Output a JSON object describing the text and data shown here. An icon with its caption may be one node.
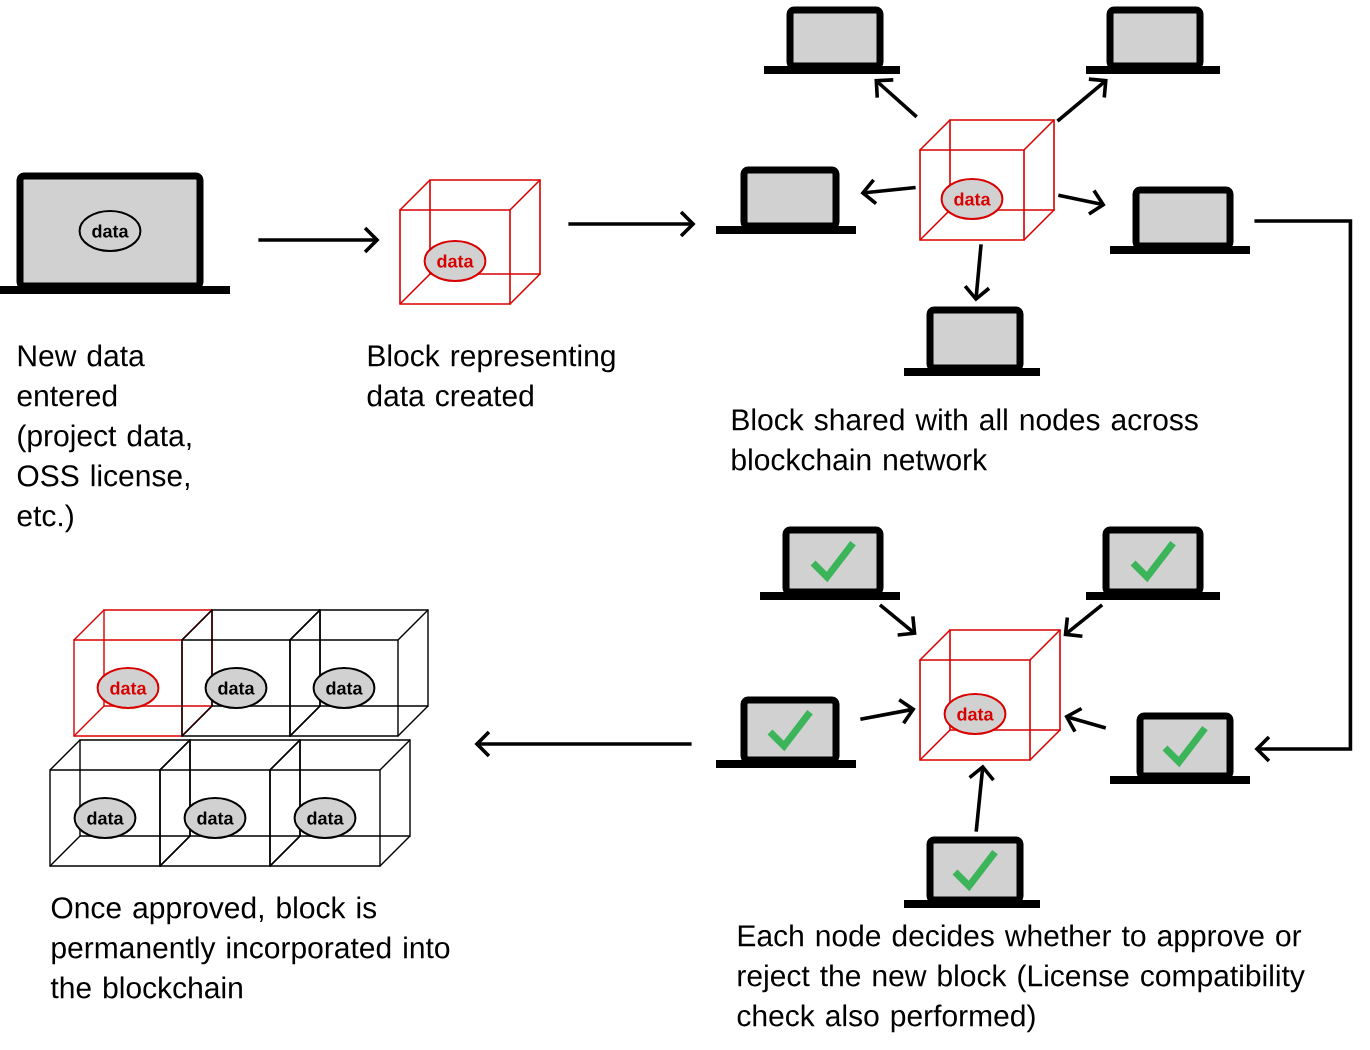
{
  "diagram": {
    "nodes": [
      {
        "text": [
          "data"
        ],
        "beside": [
          "New data entered (project data, OSS license, etc.)"
        ]
      },
      {
        "text": [
          "data"
        ],
        "beside": [
          "Block representing data created"
        ]
      },
      {
        "text": [
          "data"
        ]
      },
      {
        "text": [],
        "shape": "laptop"
      },
      {
        "text": [],
        "shape": "laptop"
      },
      {
        "text": [],
        "shape": "laptop"
      },
      {
        "text": [],
        "shape": "laptop"
      },
      {
        "text": [],
        "shape": "laptop"
      },
      {
        "text": [
          "data"
        ]
      },
      {
        "text": [],
        "shape": "laptop"
      },
      {
        "text": [],
        "shape": "laptop"
      },
      {
        "text": [],
        "shape": "laptop"
      },
      {
        "text": [],
        "shape": "laptop"
      },
      {
        "text": [],
        "shape": "laptop"
      },
      {
        "text": [
          "data",
          "data",
          "data",
          "data",
          "data",
          "data"
        ],
        "beside": [
          "Once approved, block is permanently incorporated into the blockchain"
        ]
      }
    ],
    "edges": [
      {
        "from": 0,
        "to": 1,
        "arrow": "to"
      },
      {
        "from": 1,
        "to": 5,
        "arrow": "to"
      },
      {
        "from": 2,
        "to": 3,
        "arrow": "to"
      },
      {
        "from": 2,
        "to": 4,
        "arrow": "to"
      },
      {
        "from": 2,
        "to": 5,
        "arrow": "to"
      },
      {
        "from": 2,
        "to": 6,
        "arrow": "to"
      },
      {
        "from": 2,
        "to": 7,
        "arrow": "to"
      },
      {
        "from": 6,
        "to": 12,
        "arrow": "to"
      },
      {
        "from": 9,
        "to": 8,
        "arrow": "to"
      },
      {
        "from": 10,
        "to": 8,
        "arrow": "to"
      },
      {
        "from": 11,
        "to": 8,
        "arrow": "to"
      },
      {
        "from": 12,
        "to": 8,
        "arrow": "to"
      },
      {
        "from": 13,
        "to": 8,
        "arrow": "to"
      },
      {
        "from": 11,
        "to": 14,
        "arrow": "to"
      }
    ],
    "labels": [
      "Block shared with all nodes across blockchain network",
      "Each node decides whether to approve or reject the new block (License compatibility check also performed)"
    ]
  }
}
